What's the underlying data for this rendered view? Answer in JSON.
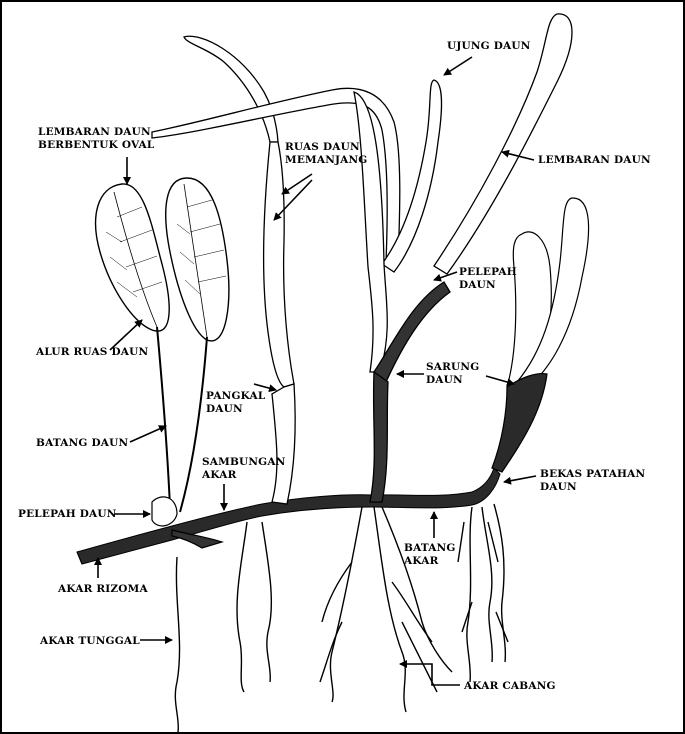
{
  "colors": {
    "ink": "#000000",
    "paper": "#ffffff",
    "shade": "#222222"
  },
  "labels": {
    "ujung_daun": "UJUNG DAUN",
    "lembaran_daun_oval_1": "LEMBARAN DAUN",
    "lembaran_daun_oval_2": "BERBENTUK OVAL",
    "ruas_daun_1": "RUAS DAUN",
    "ruas_daun_2": "MEMANJANG",
    "lembaran_daun": "LEMBARAN DAUN",
    "pelepah_daun_upper_1": "PELEPAH",
    "pelepah_daun_upper_2": "DAUN",
    "alur_ruas_daun": "ALUR RUAS DAUN",
    "sarung_daun_1": "SARUNG",
    "sarung_daun_2": "DAUN",
    "pangkal_daun_1": "PANGKAL",
    "pangkal_daun_2": "DAUN",
    "batang_daun": "BATANG DAUN",
    "sambungan_akar_1": "SAMBUNGAN",
    "sambungan_akar_2": "AKAR",
    "bekas_patahan_1": "BEKAS PATAHAN",
    "bekas_patahan_2": "DAUN",
    "pelepah_daun_lower": "PELEPAH DAUN",
    "batang_akar_1": "BATANG",
    "batang_akar_2": "AKAR",
    "akar_rizoma": "AKAR RIZOMA",
    "akar_tunggal": "AKAR TUNGGAL",
    "akar_cabang": "AKAR CABANG"
  }
}
